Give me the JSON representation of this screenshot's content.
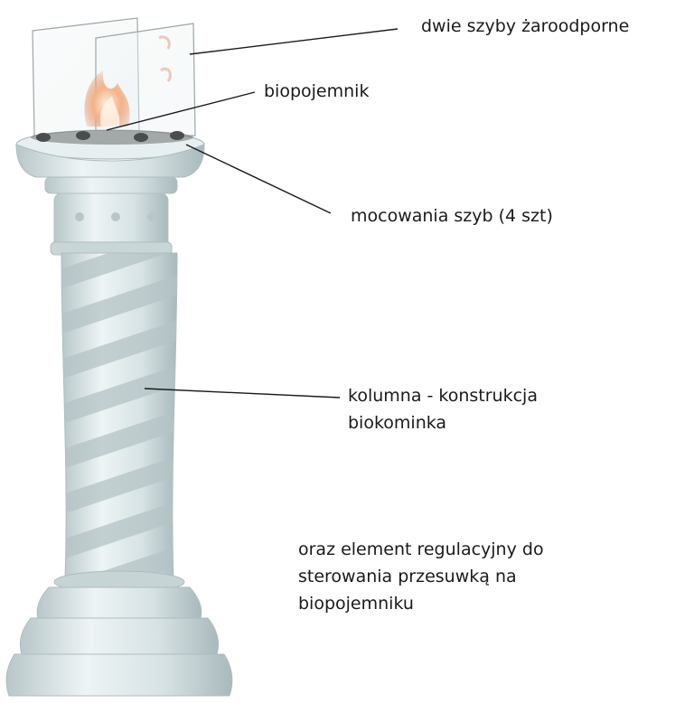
{
  "labels": {
    "glass_panes": "dwie szyby żaroodporne",
    "bio_container": "biopojemnik",
    "pane_mounts": "mocowania szyb (4 szt)",
    "column_line1": "kolumna - konstrukcja",
    "column_line2": "biokominka",
    "regulator_line1": "oraz element regulacyjny do",
    "regulator_line2": "sterowania przesuwką na",
    "regulator_line3": "biopojemniku"
  },
  "colors": {
    "column_light": "#dfe9ea",
    "column_shadow": "#aebdc0",
    "leader_line": "#1a1a1a",
    "flame": "#f2b48a"
  }
}
